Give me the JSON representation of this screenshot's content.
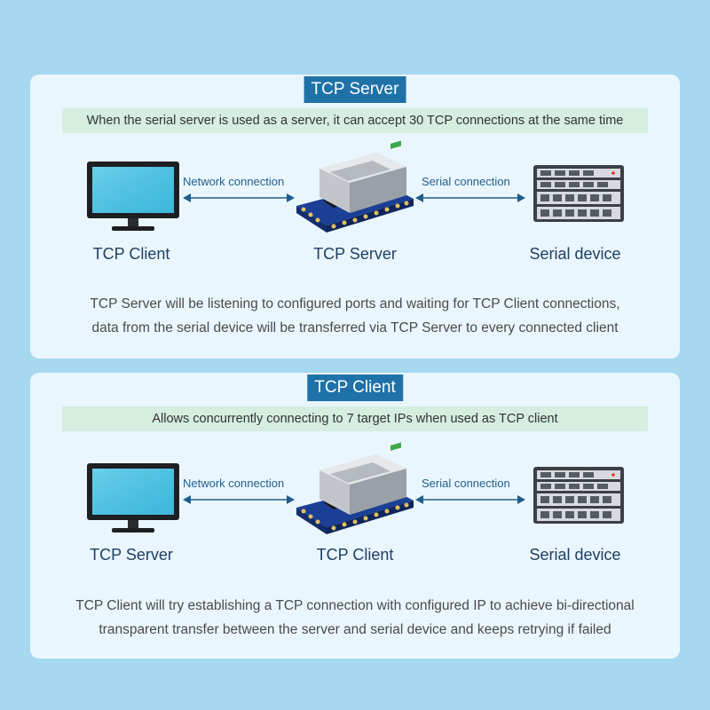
{
  "server_panel": {
    "title": "TCP Server",
    "subtitle": "When the serial server is used as a server, it can accept 30 TCP connections at the same time",
    "left_label": "TCP Client",
    "center_label": "TCP Server",
    "right_label": "Serial device",
    "left_connection": "Network connection",
    "right_connection": "Serial connection",
    "description_line1": "TCP Server will be listening to configured ports and waiting for TCP Client connections,",
    "description_line2": "data from the serial device will be transferred via TCP Server to every connected client"
  },
  "client_panel": {
    "title": "TCP Client",
    "subtitle": "Allows concurrently connecting to 7 target IPs when used as TCP client",
    "left_label": "TCP Server",
    "center_label": "TCP Client",
    "right_label": "Serial device",
    "left_connection": "Network connection",
    "right_connection": "Serial connection",
    "description_line1": "TCP Client will try establishing a TCP connection with configured IP to achieve bi-directional",
    "description_line2": "transparent transfer between the server and serial device and keeps retrying if failed"
  },
  "colors": {
    "background": "#a6d8f0",
    "panel": "#eaf6fd",
    "badge": "#1f72a8",
    "strip": "#d5eee0",
    "arrow": "#1f5d8c",
    "label": "#1e3f63"
  },
  "icons": [
    "monitor-icon",
    "serial-module-icon",
    "server-rack-icon"
  ]
}
